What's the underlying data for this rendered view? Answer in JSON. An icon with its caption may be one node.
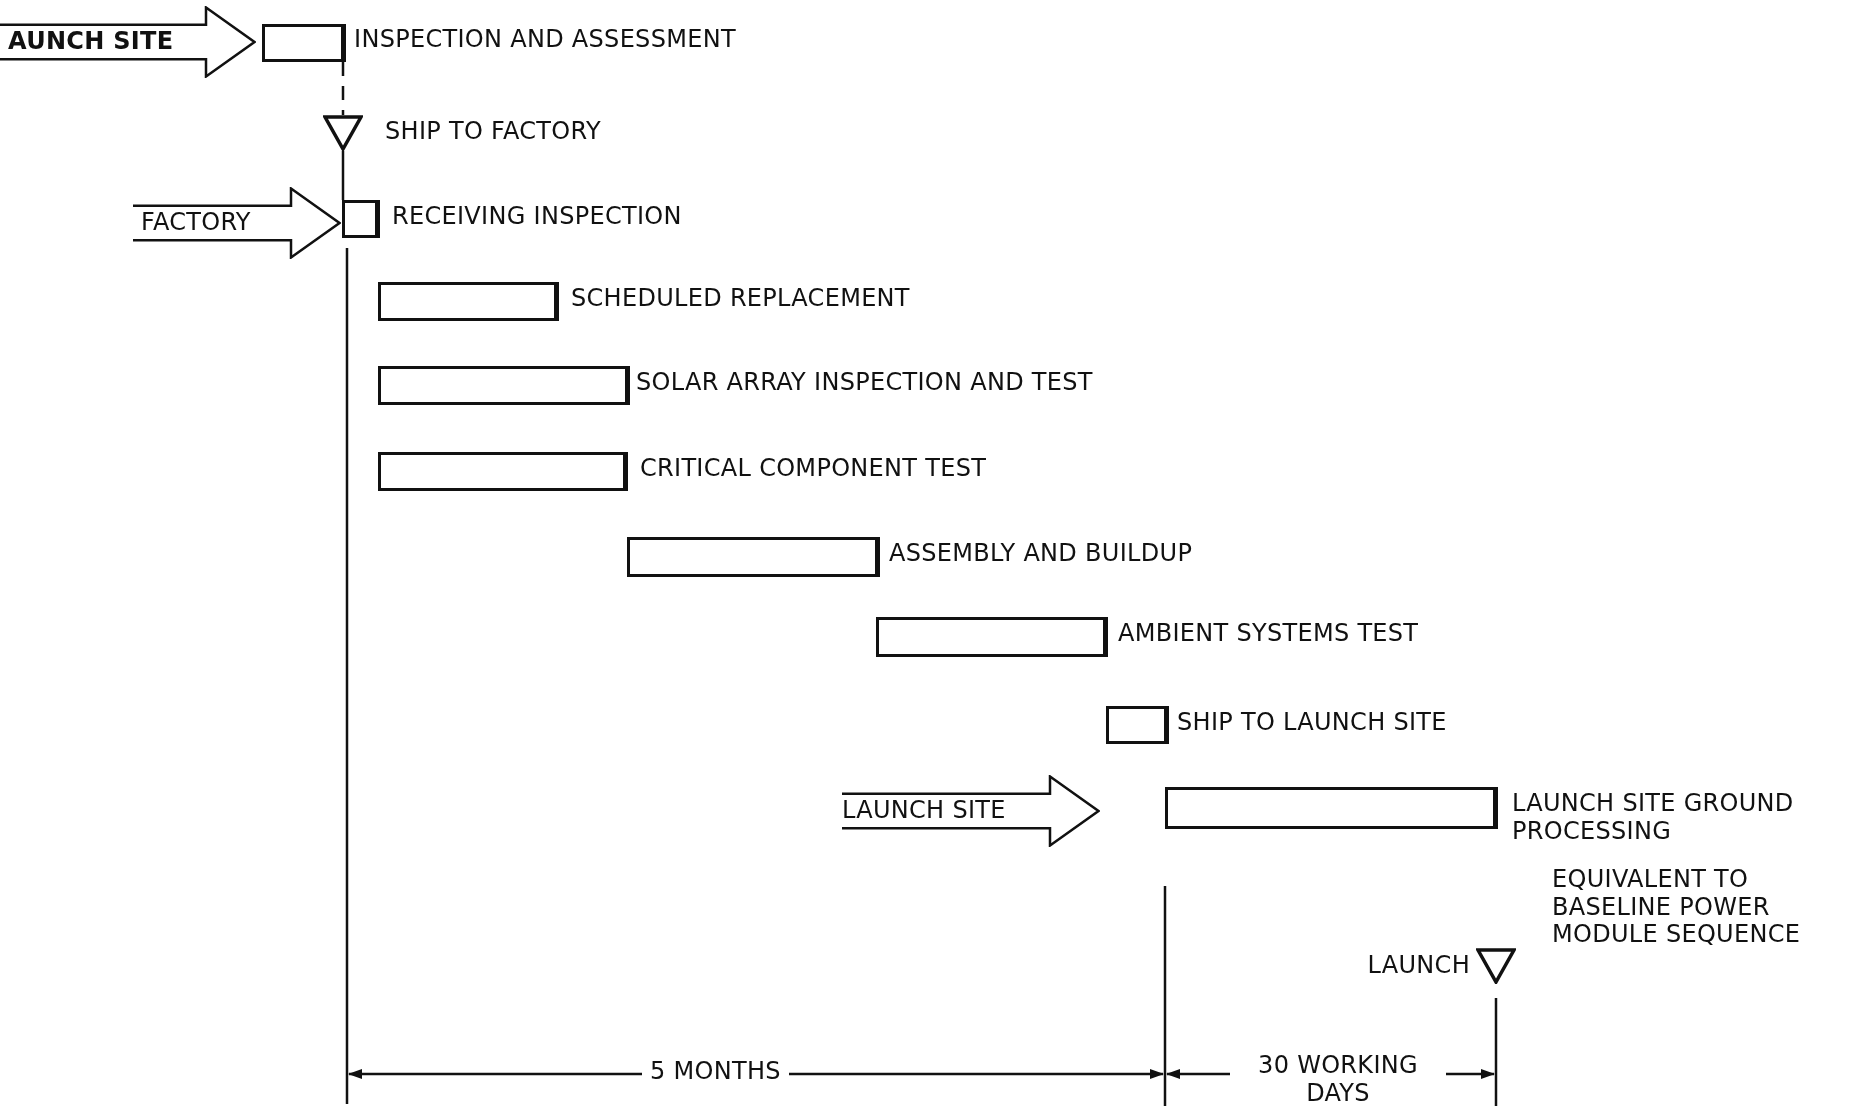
{
  "diagram": {
    "nodes": [
      {
        "text": [
          "AUNCH SITE"
        ]
      },
      {
        "text": [],
        "shape": "bar",
        "beside": [
          "INSPECTION AND ASSESSMENT"
        ]
      },
      {
        "text": [],
        "shape": "triangle",
        "beside": [
          "SHIP TO FACTORY"
        ]
      },
      {
        "text": [
          "FACTORY"
        ]
      },
      {
        "text": [],
        "shape": "bar",
        "beside": [
          "RECEIVING INSPECTION"
        ]
      },
      {
        "text": [],
        "shape": "bar",
        "beside": [
          "SCHEDULED REPLACEMENT"
        ]
      },
      {
        "text": [],
        "shape": "bar",
        "beside": [
          "SOLAR ARRAY INSPECTION AND TEST"
        ]
      },
      {
        "text": [],
        "shape": "bar",
        "beside": [
          "CRITICAL COMPONENT TEST"
        ]
      },
      {
        "text": [],
        "shape": "bar",
        "beside": [
          "ASSEMBLY AND BUILDUP"
        ]
      },
      {
        "text": [],
        "shape": "bar",
        "beside": [
          "AMBIENT SYSTEMS TEST"
        ]
      },
      {
        "text": [],
        "shape": "bar",
        "beside": [
          "SHIP TO LAUNCH SITE"
        ]
      },
      {
        "text": [
          "LAUNCH SITE"
        ]
      },
      {
        "text": [],
        "shape": "bar",
        "beside": [
          "LAUNCH SITE GROUND PROCESSING"
        ]
      },
      {
        "text": [],
        "shape": "triangle",
        "beside": [
          "LAUNCH"
        ]
      }
    ],
    "edges": [
      {
        "from": 1,
        "to": 2,
        "arrow": "none",
        "style": "dashed"
      },
      {
        "from": 2,
        "to": 4,
        "arrow": "none"
      }
    ],
    "labels": [
      "EQUIVALENT TO BASELINE POWER MODULE SEQUENCE",
      "5 MONTHS",
      "30 WORKING DAYS"
    ]
  }
}
